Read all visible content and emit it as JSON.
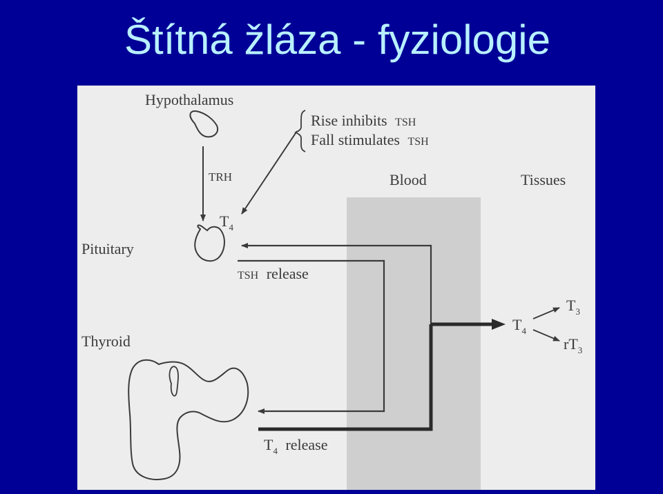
{
  "slide": {
    "title": "Štítná žláza - fyziologie",
    "background": "#000096",
    "title_color": "#b8f0ff"
  },
  "diagram": {
    "labels": {
      "hypothalamus": "Hypothalamus",
      "feedback_line1_main": "Rise inhibits",
      "feedback_line1_hormone": "TSH",
      "feedback_line2_main": "Fall stimulates",
      "feedback_line2_hormone": "TSH",
      "trh": "TRH",
      "t4_pituitary_main": "T",
      "t4_pituitary_sub": "4",
      "pituitary": "Pituitary",
      "tsh_release_hormone": "TSH",
      "tsh_release_main": "release",
      "thyroid": "Thyroid",
      "t4_release_main": "T",
      "t4_release_sub": "4",
      "t4_release_word": "release",
      "blood": "Blood",
      "tissues": "Tissues",
      "t4_tissue_main": "T",
      "t4_tissue_sub": "4",
      "t3_main": "T",
      "t3_sub": "3",
      "rt3_main": "rT",
      "rt3_sub": "3"
    }
  }
}
